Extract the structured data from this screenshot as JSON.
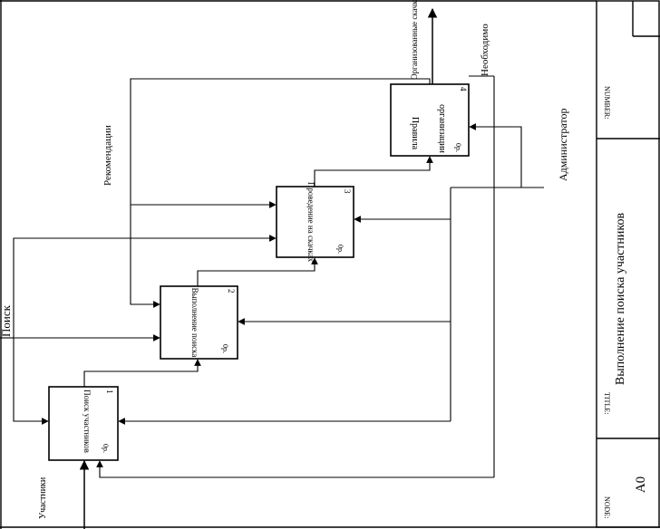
{
  "diagram": {
    "title_label": "TITLE:",
    "title": "Выполнение поиска участников",
    "node_label": "NODE:",
    "node": "A0",
    "number_label": "NUMBER:",
    "boxes": [
      {
        "num": "1",
        "name": "Поиск участников",
        "cost": "0р."
      },
      {
        "num": "2",
        "name": "Выполнение поиска",
        "cost": "0р."
      },
      {
        "num": "3",
        "name": "Проведение на скачках",
        "cost": "0р."
      },
      {
        "num": "4",
        "name_line1": "Правила",
        "name_line2": "организации",
        "cost": "0р."
      }
    ],
    "arrows": {
      "participants": "Участники",
      "search": "Поиск",
      "recommendations": "Рекомендации",
      "administrator": "Администратор",
      "organized_races": "Организованные скачки",
      "necessary": "Необходимо"
    }
  }
}
